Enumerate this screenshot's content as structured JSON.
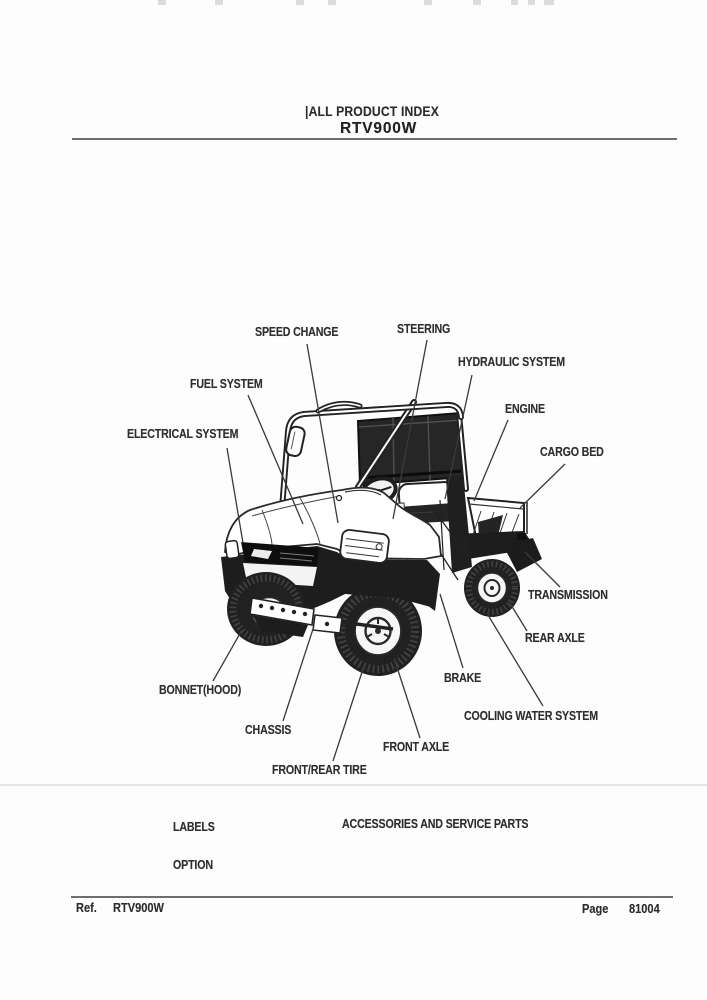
{
  "header": {
    "index_line": "|ALL PRODUCT INDEX",
    "model": "RTV900W"
  },
  "diagram": {
    "illustration": "utility-vehicle-line-drawing",
    "labels": {
      "speed_change": "SPEED CHANGE",
      "steering": "STEERING",
      "hydraulic_system": "HYDRAULIC SYSTEM",
      "fuel_system": "FUEL SYSTEM",
      "engine": "ENGINE",
      "electrical_system": "ELECTRICAL SYSTEM",
      "cargo_bed": "CARGO BED",
      "transmission": "TRANSMISSION",
      "rear_axle": "REAR AXLE",
      "brake": "BRAKE",
      "bonnet_hood": "BONNET(HOOD)",
      "cooling_water_system": "COOLING WATER SYSTEM",
      "chassis": "CHASSIS",
      "front_axle": "FRONT AXLE",
      "front_rear_tire": "FRONT/REAR TIRE"
    }
  },
  "sections": {
    "labels": "LABELS",
    "accessories": "ACCESSORIES AND SERVICE PARTS",
    "option": "OPTION"
  },
  "footer": {
    "ref_label": "Ref.",
    "ref_value": "RTV900W",
    "page_label": "Page",
    "page_value": "81004"
  },
  "colors": {
    "ink": "#2e2e2e",
    "rule": "#6e6e6e",
    "paper": "#fdfdfd"
  }
}
